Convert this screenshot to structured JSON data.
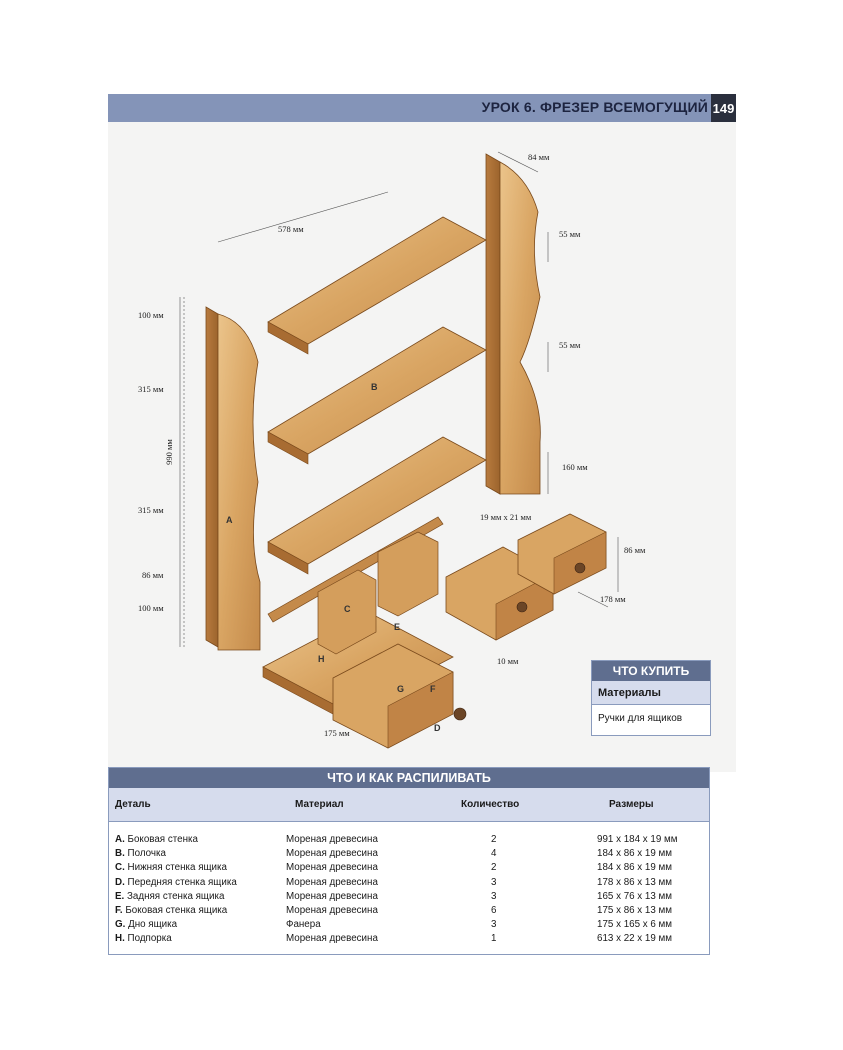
{
  "header": {
    "title": "УРОК 6. ФРЕЗЕР ВСЕМОГУЩИЙ",
    "page_number": "149"
  },
  "illustration": {
    "dimensions": {
      "d84": "84 мм",
      "d578": "578 мм",
      "d55a": "55 мм",
      "d55b": "55 мм",
      "d100a": "100 мм",
      "d315a": "315 мм",
      "d990": "990 мм",
      "d315b": "315 мм",
      "d86a": "86 мм",
      "d100b": "100 мм",
      "d160": "160 мм",
      "d19x21": "19 мм х 21 мм",
      "d86b": "86 мм",
      "d178": "178 мм",
      "d10": "10 мм",
      "d175": "175 мм"
    },
    "parts": {
      "A": "A",
      "B": "B",
      "C": "C",
      "D": "D",
      "E": "E",
      "F": "F",
      "G": "G",
      "H": "H"
    }
  },
  "buy_box": {
    "title": "ЧТО КУПИТЬ",
    "section": "Материалы",
    "item": "Ручки для ящиков"
  },
  "cut_table": {
    "title": "ЧТО И КАК РАСПИЛИВАТЬ",
    "headers": {
      "part": "Деталь",
      "material": "Материал",
      "qty": "Количество",
      "size": "Размеры"
    },
    "rows": [
      {
        "code": "A.",
        "part": "Боковая стенка",
        "material": "Мореная древесина",
        "qty": "2",
        "size": "991 х 184 х 19 мм"
      },
      {
        "code": "B.",
        "part": "Полочка",
        "material": "Мореная древесина",
        "qty": "4",
        "size": "184 х 86 х 19 мм"
      },
      {
        "code": "C.",
        "part": "Нижняя стенка ящика",
        "material": "Мореная древесина",
        "qty": "2",
        "size": "184 х 86 х 19 мм"
      },
      {
        "code": "D.",
        "part": "Передняя  стенка ящика",
        "material": "Мореная древесина",
        "qty": "3",
        "size": "178 х 86 х 13 мм"
      },
      {
        "code": "E.",
        "part": "Задняя  стенка ящика",
        "material": "Мореная древесина",
        "qty": "3",
        "size": "165 х 76 х 13 мм"
      },
      {
        "code": "F.",
        "part": "Боковая  стенка ящика",
        "material": "Мореная древесина",
        "qty": "6",
        "size": "175 х 86 х 13 мм"
      },
      {
        "code": "G.",
        "part": "Дно ящика",
        "material": "Фанера",
        "qty": "3",
        "size": "175 х 165 х 6 мм"
      },
      {
        "code": "H.",
        "part": "Подпорка",
        "material": "Мореная древесина",
        "qty": "1",
        "size": "613 х 22 х 19 мм"
      }
    ]
  },
  "colors": {
    "header_band": "#8494b8",
    "table_title": "#5f6e8f",
    "table_head": "#d6dced",
    "wood_light": "#e2b77c",
    "wood_dark": "#b57a3f"
  }
}
